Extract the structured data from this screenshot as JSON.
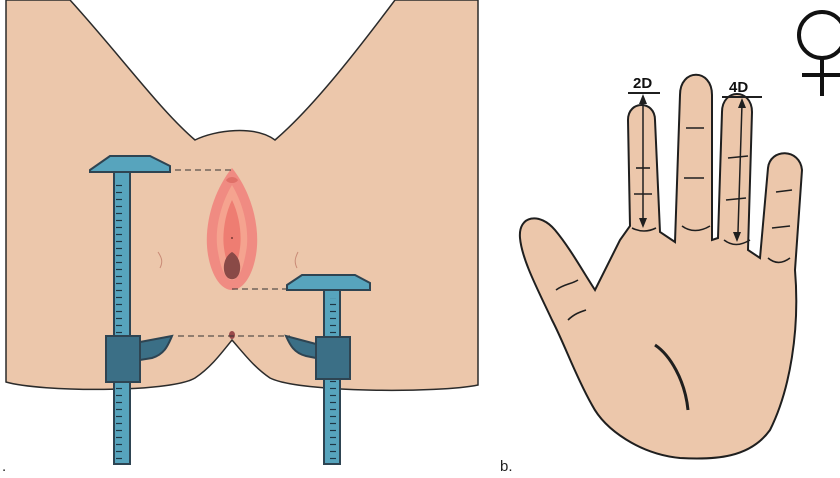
{
  "panels": [
    {
      "id": "a",
      "label": "."
    },
    {
      "id": "b",
      "label": "b."
    }
  ],
  "fingers": {
    "second_digit": "2D",
    "fourth_digit": "4D"
  },
  "female_symbol": "♀",
  "colors": {
    "skin": "#ecc7ab",
    "outline": "#2b2b2b",
    "caliper": "#57a4bd",
    "caliper_dark": "#2e4452",
    "genital_outer": "#f08b82",
    "genital_mid": "#f5a38f",
    "genital_inner": "#8a4a47"
  }
}
